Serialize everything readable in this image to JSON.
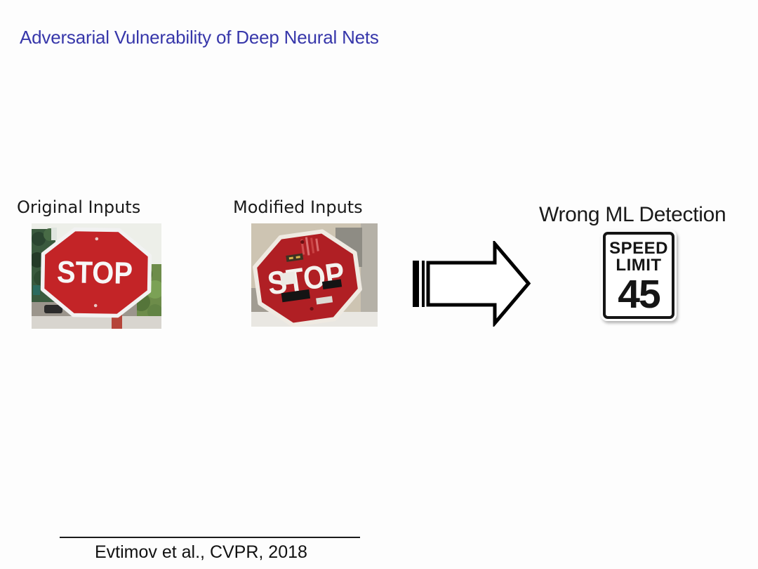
{
  "slide": {
    "title": "Adversarial Vulnerability of Deep Neural Nets"
  },
  "panels": {
    "original": {
      "label": "Original Inputs",
      "sign_text": "STOP"
    },
    "modified": {
      "label": "Modified Inputs",
      "sign_text": "STOP"
    },
    "wrong": {
      "label": "Wrong ML Detection",
      "sign_line1": "SPEED",
      "sign_line2": "LIMIT",
      "sign_line3": "45"
    }
  },
  "footer": {
    "citation": "Evtimov et al., CVPR, 2018"
  },
  "colors": {
    "title_blue": "#3737aa",
    "stop_sign_red": "#c32427",
    "modified_sign_red": "#b01f24",
    "sign_border_white": "#f2f2f2",
    "speed_sign_black": "#151515"
  }
}
